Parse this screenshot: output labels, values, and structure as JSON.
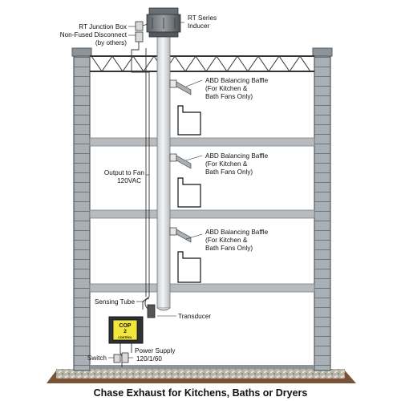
{
  "labels": {
    "junction_box": "RT Junction Box",
    "disconnect_1": "Non-Fused Disconnect",
    "disconnect_2": "(by others)",
    "inducer_1": "RT Series",
    "inducer_2": "Inducer",
    "baffle_title": "ABD Balancing Baffle",
    "baffle_note_1": "(For Kitchen &",
    "baffle_note_2": "Bath Fans Only)",
    "output_1": "Output to Fan",
    "output_2": "120VAC",
    "sensing_tube": "Sensing Tube",
    "transducer": "Transducer",
    "switch": "Switch",
    "power_supply_1": "Power Supply",
    "power_supply_2": "120/1/60"
  },
  "controller": {
    "line1": "COP",
    "line2": "2",
    "line3": "CONTROL"
  },
  "caption": "Chase Exhaust for Kitchens, Baths or Dryers",
  "colors": {
    "column": "#a8b0b6",
    "column_edge": "#6d757b",
    "floor": "#b9bcbf",
    "duct": "#e4e6e8",
    "controller": "#f2e53b"
  }
}
